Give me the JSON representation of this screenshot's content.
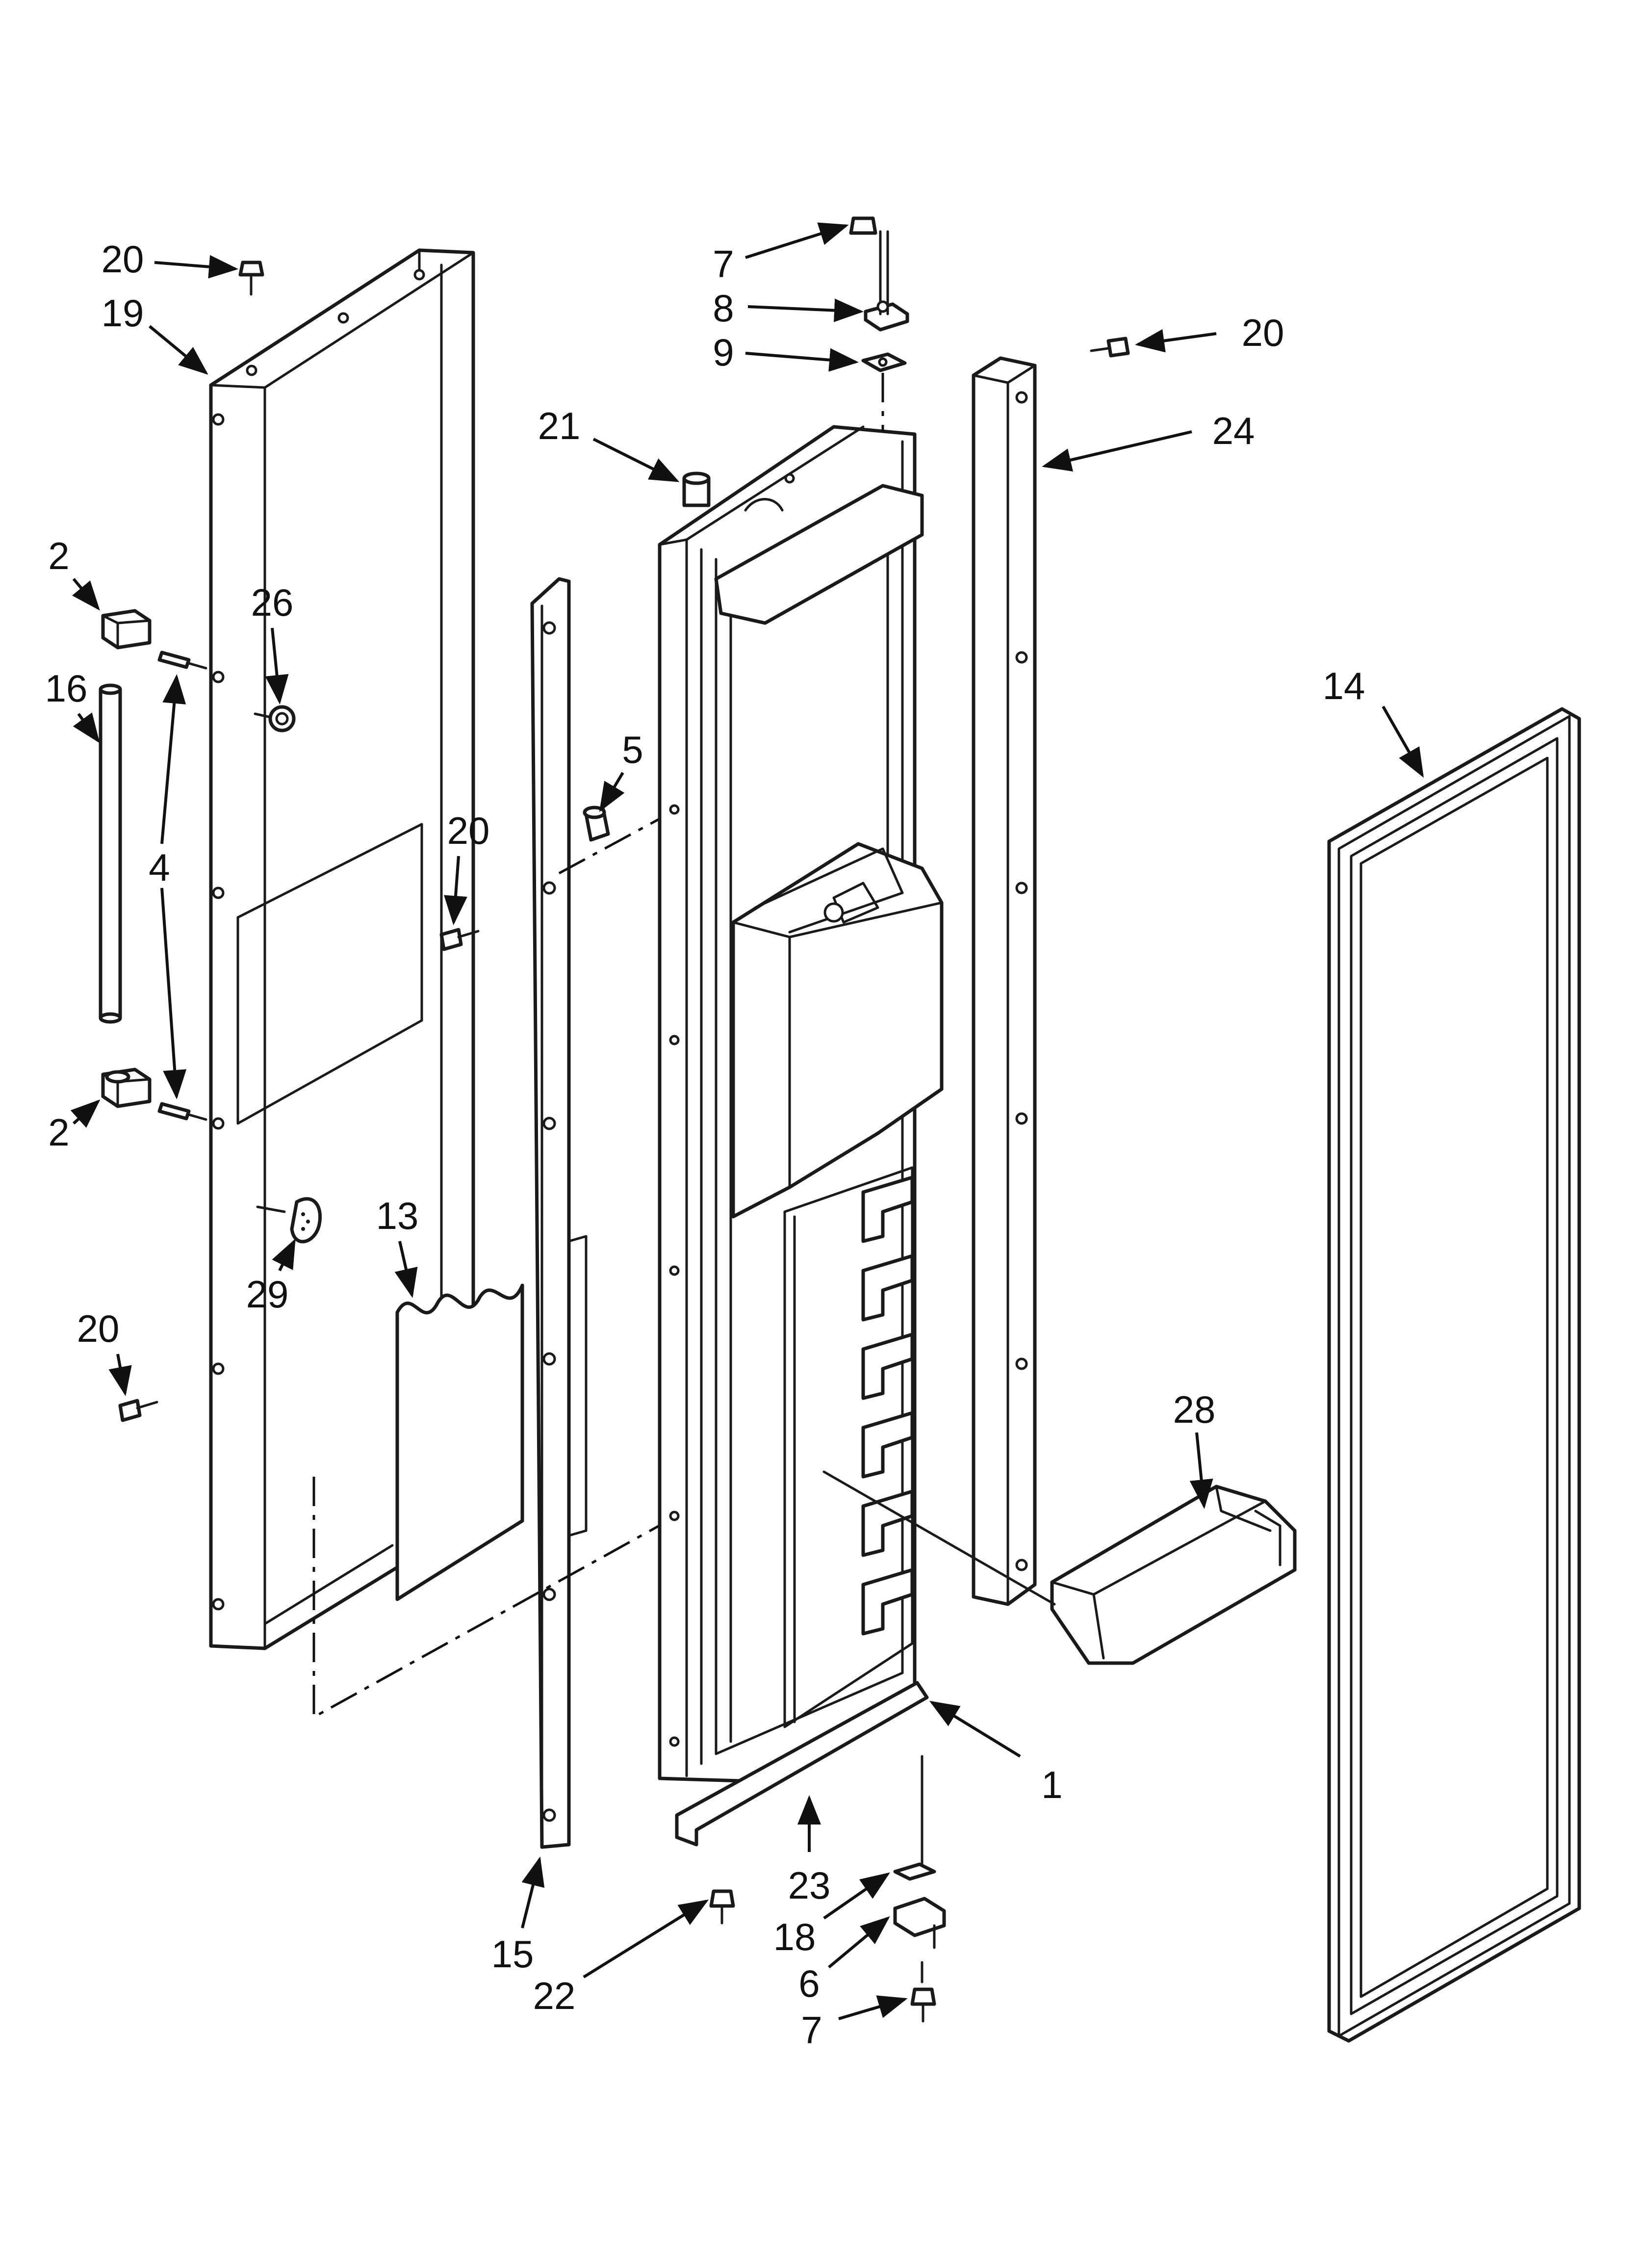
{
  "diagram": {
    "type": "exploded parts diagram",
    "callouts": [
      {
        "id": "c20a",
        "label": "20"
      },
      {
        "id": "c19",
        "label": "19"
      },
      {
        "id": "c2a",
        "label": "2"
      },
      {
        "id": "c16",
        "label": "16"
      },
      {
        "id": "c4",
        "label": "4"
      },
      {
        "id": "c2b",
        "label": "2"
      },
      {
        "id": "c26",
        "label": "26"
      },
      {
        "id": "c29",
        "label": "29"
      },
      {
        "id": "c20c",
        "label": "20"
      },
      {
        "id": "c13",
        "label": "13"
      },
      {
        "id": "c20b",
        "label": "20"
      },
      {
        "id": "c15",
        "label": "15"
      },
      {
        "id": "c21",
        "label": "21"
      },
      {
        "id": "c5",
        "label": "5"
      },
      {
        "id": "c7a",
        "label": "7"
      },
      {
        "id": "c8",
        "label": "8"
      },
      {
        "id": "c9",
        "label": "9"
      },
      {
        "id": "c20d",
        "label": "20"
      },
      {
        "id": "c24",
        "label": "24"
      },
      {
        "id": "c14",
        "label": "14"
      },
      {
        "id": "c28",
        "label": "28"
      },
      {
        "id": "c1",
        "label": "1"
      },
      {
        "id": "c23",
        "label": "23"
      },
      {
        "id": "c18",
        "label": "18"
      },
      {
        "id": "c6",
        "label": "6"
      },
      {
        "id": "c7b",
        "label": "7"
      },
      {
        "id": "c22",
        "label": "22"
      }
    ]
  }
}
